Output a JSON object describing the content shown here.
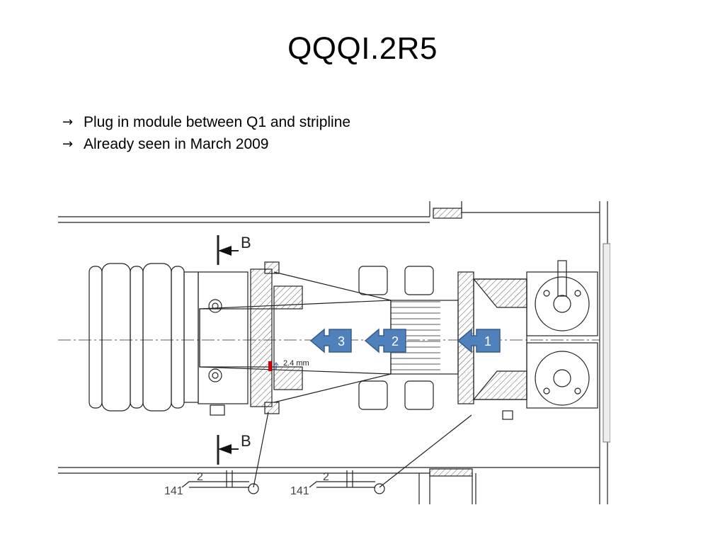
{
  "slide": {
    "title": "QQQI.2R5",
    "bullets": [
      {
        "arrow": "→",
        "text": "Plug in module between Q1 and stripline"
      },
      {
        "arrow": "→",
        "text": "Already seen in March 2009"
      }
    ]
  },
  "drawing": {
    "section_label_top": "B",
    "section_label_bottom": "B",
    "measurement": "2.4 mm",
    "markers": [
      "3",
      "2",
      "1"
    ],
    "weld_symbol_left": {
      "number": "141",
      "value": "2"
    },
    "weld_symbol_right": {
      "number": "141",
      "value": "2"
    },
    "colors": {
      "marker_fill": "#4f81bd",
      "marker_stroke": "#385d8a",
      "marker_text": "#ffffff",
      "measurement_bar": "#d00000",
      "line": "#222222"
    }
  }
}
